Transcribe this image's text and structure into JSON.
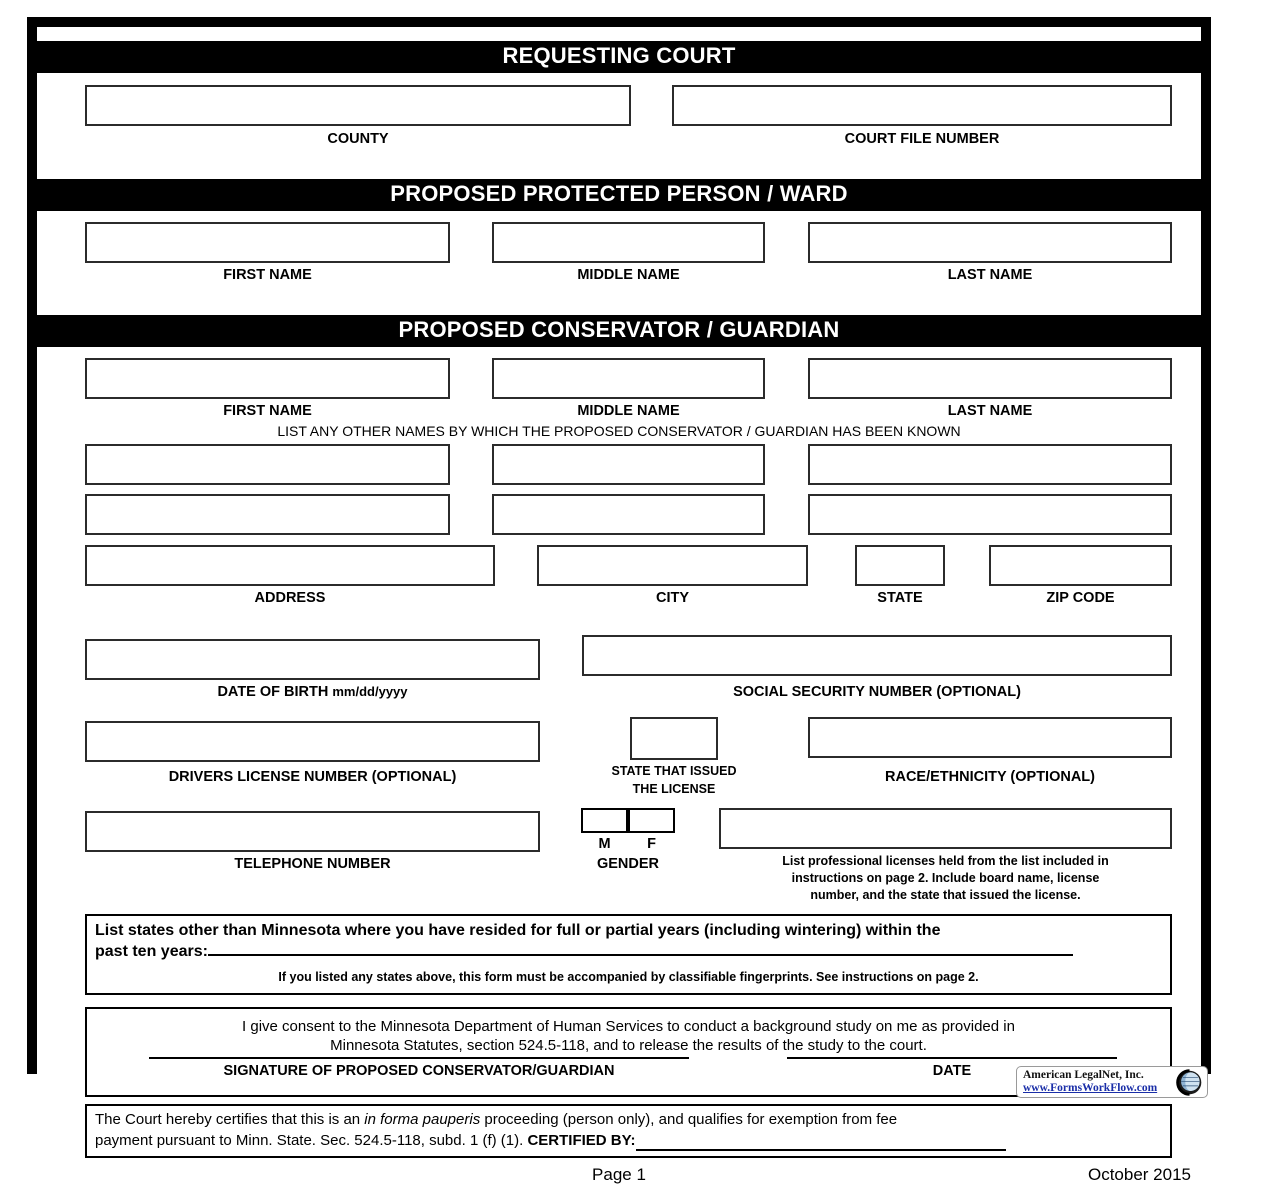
{
  "document": {
    "title": "Minnesota Conservator / Guardian Background Study Form",
    "page_label": "Page 1",
    "revision_date": "October 2015"
  },
  "sections": [
    {
      "id": "requesting-court",
      "heading": "REQUESTING COURT",
      "fields": [
        {
          "name": "county",
          "label": "COUNTY",
          "value": ""
        },
        {
          "name": "court-file-number",
          "label": "COURT FILE NUMBER",
          "value": ""
        }
      ]
    },
    {
      "id": "proposed-protected-person",
      "heading": "PROPOSED PROTECTED PERSON / WARD",
      "fields": [
        {
          "name": "ward-first-name",
          "label": "FIRST NAME",
          "value": ""
        },
        {
          "name": "ward-middle-name",
          "label": "MIDDLE NAME",
          "value": ""
        },
        {
          "name": "ward-last-name",
          "label": "LAST NAME",
          "value": ""
        }
      ]
    },
    {
      "id": "proposed-conservator-guardian",
      "heading": "PROPOSED CONSERVATOR / GUARDIAN",
      "name_labels": {
        "first": "FIRST NAME",
        "middle": "MIDDLE NAME",
        "last": "LAST NAME"
      },
      "other_names_note": "LIST ANY OTHER NAMES BY WHICH THE PROPOSED CONSERVATOR / GUARDIAN HAS BEEN KNOWN",
      "address_labels": {
        "address": "ADDRESS",
        "city": "CITY",
        "state": "STATE",
        "zip": "ZIP CODE"
      },
      "identity_labels": {
        "dob_main": "DATE OF BIRTH",
        "dob_format": "mm/dd/yyyy",
        "ssn": "SOCIAL SECURITY NUMBER (OPTIONAL)",
        "drivers_license": "DRIVERS LICENSE NUMBER (OPTIONAL)",
        "license_state_line1": "STATE THAT ISSUED",
        "license_state_line2": "THE LICENSE",
        "race_ethnicity": "RACE/ETHNICITY (OPTIONAL)",
        "telephone": "TELEPHONE NUMBER",
        "gender": "GENDER",
        "gender_male": "M",
        "gender_female": "F"
      },
      "professional_license_note": [
        "List professional licenses held from the list included in",
        "instructions on page 2. Include board name, license",
        "number, and the state that issued the license."
      ]
    }
  ],
  "residency_block": {
    "prompt_line1": "List states other than Minnesota where you have resided for full or partial years (including wintering) within the",
    "prompt_line2": "past ten years:",
    "footnote": "If you listed any states above, this form must be accompanied by classifiable fingerprints. See instructions on page 2."
  },
  "consent_block": {
    "line1": "I give consent to the Minnesota Department of Human Services to conduct a background study on me as  provided in",
    "line2": "Minnesota Statutes, section 524.5-118, and to release the results of the study to the court.",
    "signature_label": "SIGNATURE OF PROPOSED CONSERVATOR/GUARDIAN",
    "date_label": "DATE"
  },
  "ifp_block": {
    "text_a": "The Court hereby certifies that this is an ",
    "italic": "in forma pauperis",
    "text_b": " proceeding (person only), and qualifies for exemption from fee",
    "text_c": "payment pursuant to Minn. State. Sec. 524.5-118, subd. 1 (f) (1).   ",
    "certified_by": "CERTIFIED BY:"
  },
  "watermark": {
    "company": "American LegalNet, Inc.",
    "website": "www.FormsWorkFlow.com",
    "link_color": "#1a2ea8"
  },
  "colors": {
    "bar_background": "#000000",
    "bar_text": "#ffffff",
    "field_border": "#2b2b2b",
    "page_background": "#ffffff"
  }
}
